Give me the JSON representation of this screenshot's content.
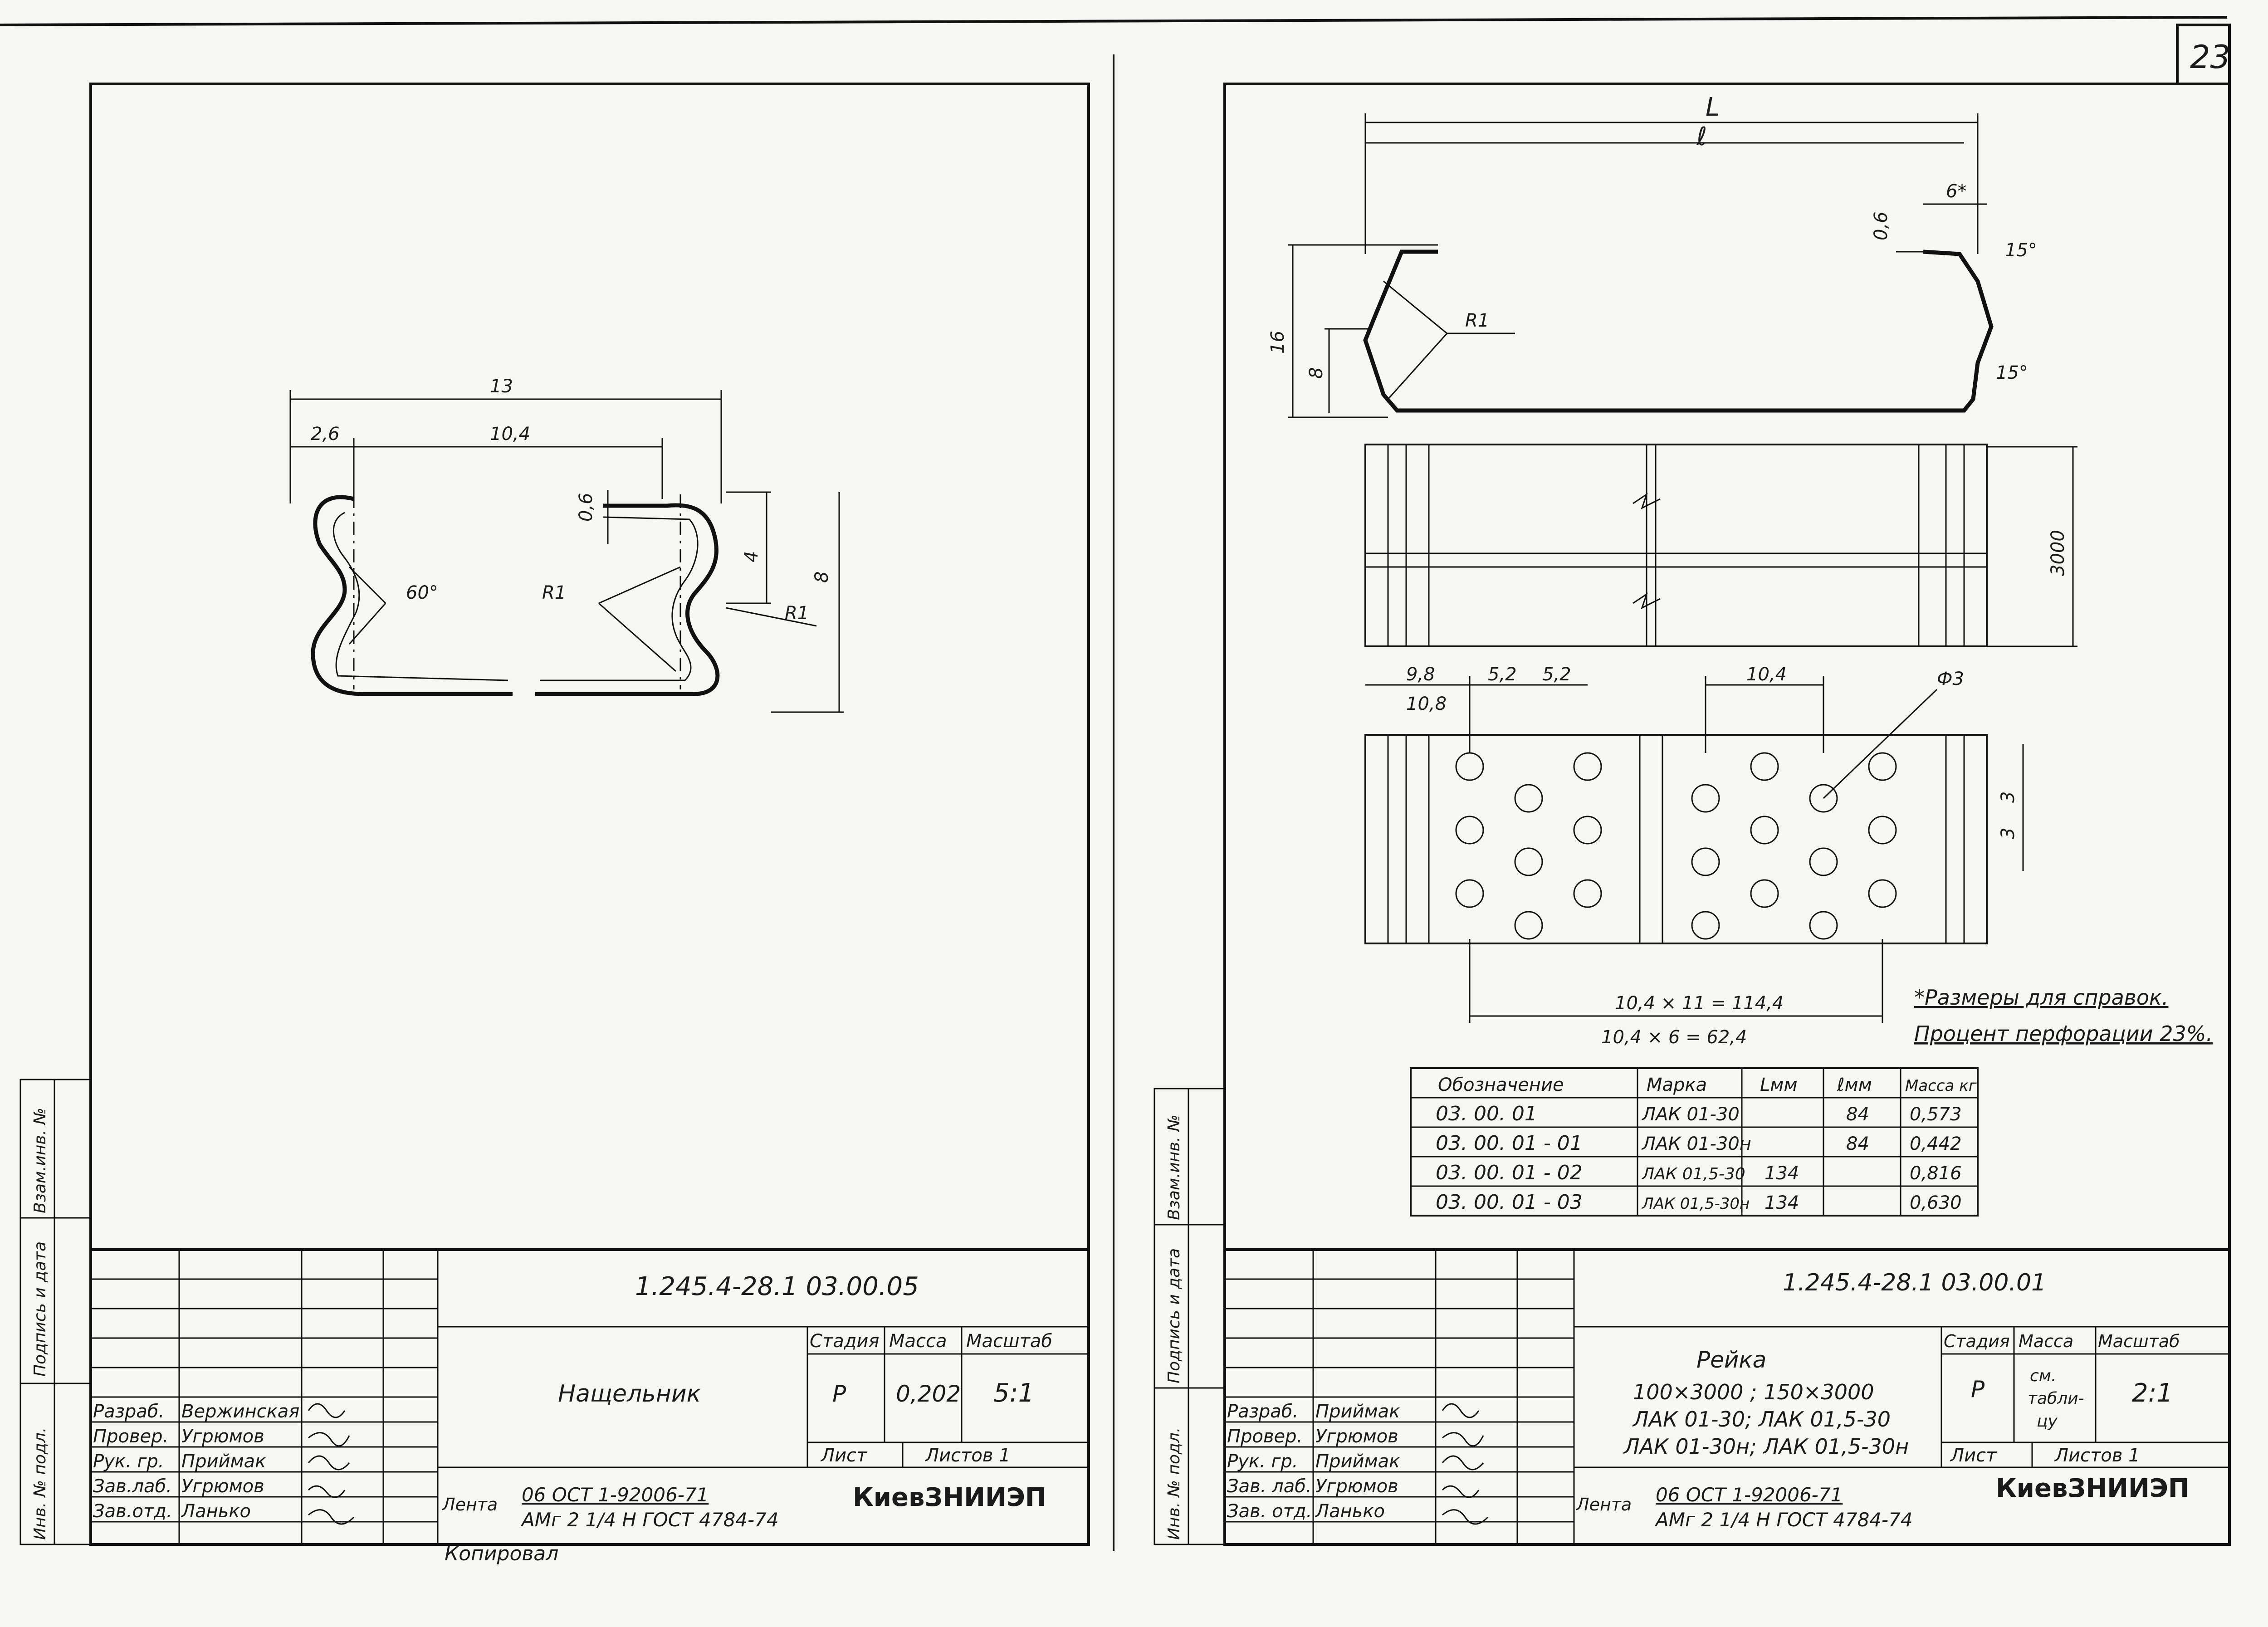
{
  "sheet_number": "23",
  "left_sheet": {
    "dims": {
      "total": "13",
      "left": "2,6",
      "mid": "10,4",
      "thickness": "0,6",
      "inner": "4",
      "height": "8",
      "radius_a": "R1",
      "radius_b": "R1",
      "angle": "60°"
    },
    "title_block": {
      "designation": "1.245.4-28.1   03.00.05",
      "name": "Нащельник",
      "stage_header": "Стадия",
      "mass_header": "Масса",
      "scale_header": "Масштаб",
      "stage": "Р",
      "mass": "0,202",
      "scale": "5:1",
      "sheet_label": "Лист",
      "sheets_label": "Листов 1",
      "org": "КиевЗНИИЭП",
      "material_prefix": "Лента",
      "material_line1": "06 ОСТ 1-92006-71",
      "material_line2": "АМг 2 1/4 Н ГОСТ 4784-74",
      "roles": [
        "Разраб.",
        "Провер.",
        "Рук. гр.",
        "Зав.лаб.",
        "Зав.отд."
      ],
      "names": [
        "Вержинская",
        "Угрюмов",
        "Приймак",
        "Угрюмов",
        "Ланько"
      ]
    },
    "side_labels": [
      "Взам.инв. №",
      "Подпись и дата",
      "Инв. № подл."
    ],
    "bottom_text": "Копировал"
  },
  "right_sheet": {
    "dims": {
      "L": "L",
      "l": "ℓ",
      "b": "6*",
      "t": "0,6",
      "h_total": "16",
      "h_inner": "8",
      "r": "R1",
      "angle_top": "15°",
      "angle_bottom": "15°",
      "length": "3000",
      "p1": "9,8",
      "p2": "10,8",
      "p3": "5,2",
      "p4": "5,2",
      "pitch": "10,4",
      "hole": "Ф3",
      "v1": "3",
      "v2": "3",
      "run1": "10,4 × 11 = 114,4",
      "run2": "10,4 × 6 = 62,4"
    },
    "notes": [
      "*Размеры для справок.",
      "Процент перфорации 23%."
    ],
    "spec_table": {
      "headers": [
        "Обозначение",
        "Марка",
        "Lмм",
        "ℓмм",
        "Масса кг"
      ],
      "rows": [
        [
          "03. 00. 01",
          "ЛАК 01-30",
          "",
          "84",
          "0,573"
        ],
        [
          "03. 00. 01 - 01",
          "ЛАК 01-30н",
          "",
          "84",
          "0,442"
        ],
        [
          "03. 00. 01 - 02",
          "ЛАК 01,5-30",
          "134",
          "",
          "0,816"
        ],
        [
          "03. 00. 01 - 03",
          "ЛАК 01,5-30н",
          "134",
          "",
          "0,630"
        ]
      ]
    },
    "title_block": {
      "designation": "1.245.4-28.1   03.00.01",
      "name_line1": "Рейка",
      "name_line2": "100×3000 ; 150×3000",
      "name_line3": "ЛАК 01-30; ЛАК 01,5-30",
      "name_line4": "ЛАК 01-30н; ЛАК 01,5-30н",
      "stage_header": "Стадия",
      "mass_header": "Масса",
      "scale_header": "Масштаб",
      "stage": "Р",
      "mass_line1": "см.",
      "mass_line2": "табли-",
      "mass_line3": "цу",
      "scale": "2:1",
      "sheet_label": "Лист",
      "sheets_label": "Листов 1",
      "org": "КиевЗНИИЭП",
      "material_prefix": "Лента",
      "material_line1": "06 ОСТ 1-92006-71",
      "material_line2": "АМг 2 1/4 Н ГОСТ 4784-74",
      "roles": [
        "Разраб.",
        "Провер.",
        "Рук. гр.",
        "Зав. лаб.",
        "Зав. отд."
      ],
      "names": [
        "Приймак",
        "Угрюмов",
        "Приймак",
        "Угрюмов",
        "Ланько"
      ]
    },
    "side_labels": [
      "Взам.инв. №",
      "Подпись и дата",
      "Инв. № подл."
    ]
  }
}
